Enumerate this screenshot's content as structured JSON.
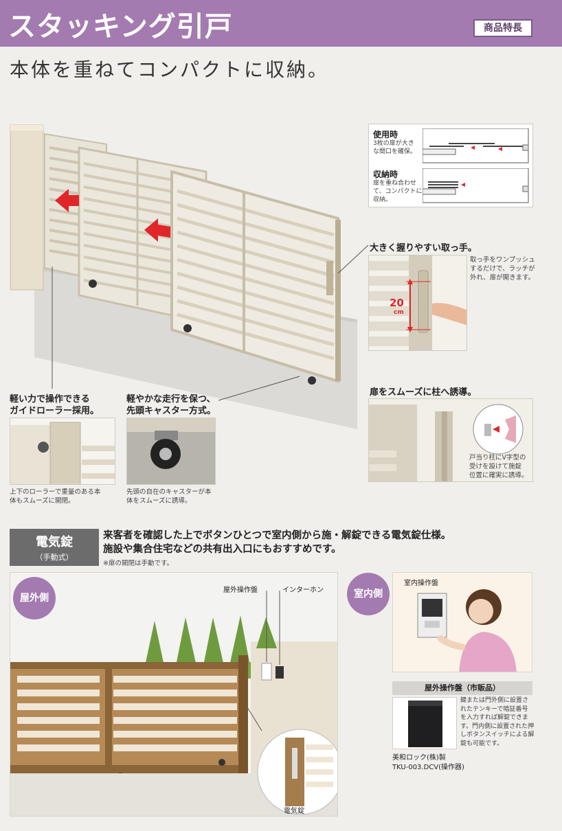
{
  "header": {
    "title": "スタッキング引戸",
    "badge": "商品特長"
  },
  "subtitle": "本体を重ねてコンパクトに収納。",
  "diagram": {
    "in_use": {
      "label": "使用時",
      "desc": [
        "3枚の扉が大き",
        "な間口を確保。"
      ]
    },
    "stored": {
      "label": "収納時",
      "desc": [
        "扉を重ね合わせ",
        "て、コンパクトに",
        "収納。"
      ]
    }
  },
  "handle": {
    "title": "大きく握りやすい取っ手。",
    "dimension_value": "20",
    "dimension_unit": "cm",
    "desc": [
      "取っ手をワンプッシュ",
      "するだけで、ラッチが",
      "外れ、扉が開きます。"
    ]
  },
  "guide": {
    "title": "扉をスムーズに柱へ誘導。",
    "desc": [
      "戸当り柱にV字型の",
      "受けを設けて施錠",
      "位置に確実に誘導。"
    ]
  },
  "roller": {
    "title": [
      "軽い力で操作できる",
      "ガイドローラー採用。"
    ],
    "desc": [
      "上下のローラーで重量のある本",
      "体もスムーズに開閉。"
    ]
  },
  "caster": {
    "title": [
      "軽やかな走行を保つ、",
      "先頭キャスター方式。"
    ],
    "desc": [
      "先頭の自在のキャスターが本",
      "体をスムーズに誘導。"
    ]
  },
  "electric": {
    "title": "電気錠",
    "subtitle": "（手動式）",
    "desc": [
      "来客者を確認した上でボタンひとつで室内側から施・解錠できる電気錠仕様。",
      "施設や集合住宅などの共有出入口にもおすすめです。"
    ],
    "note": "※扉の開閉は手動です。"
  },
  "outside": {
    "badge": "屋外側",
    "panel_label": "屋外操作盤",
    "intercom_label": "インターホン",
    "lock_label": "電気錠"
  },
  "inside": {
    "badge": "室内側",
    "panel_label": "室内操作盤"
  },
  "outdoor_panel": {
    "title": "屋外操作盤（市販品）",
    "desc": [
      "鍵または門外側に設置さ",
      "れたテンキーで暗証番号",
      "を入力すれば解錠できま",
      "す。門内側に設置された押",
      "しボタンスイッチによる解",
      "錠も可能です。"
    ],
    "maker": "美和ロック(株)製",
    "model": "TKU-003.DCV(操作器)"
  },
  "colors": {
    "accent_purple": "#a37bb0",
    "arrow_red": "#e0262a",
    "gate_beige": "#d6cfc1",
    "gate_brown": "#9a6e3f",
    "gray_band": "#6c6c6c"
  }
}
